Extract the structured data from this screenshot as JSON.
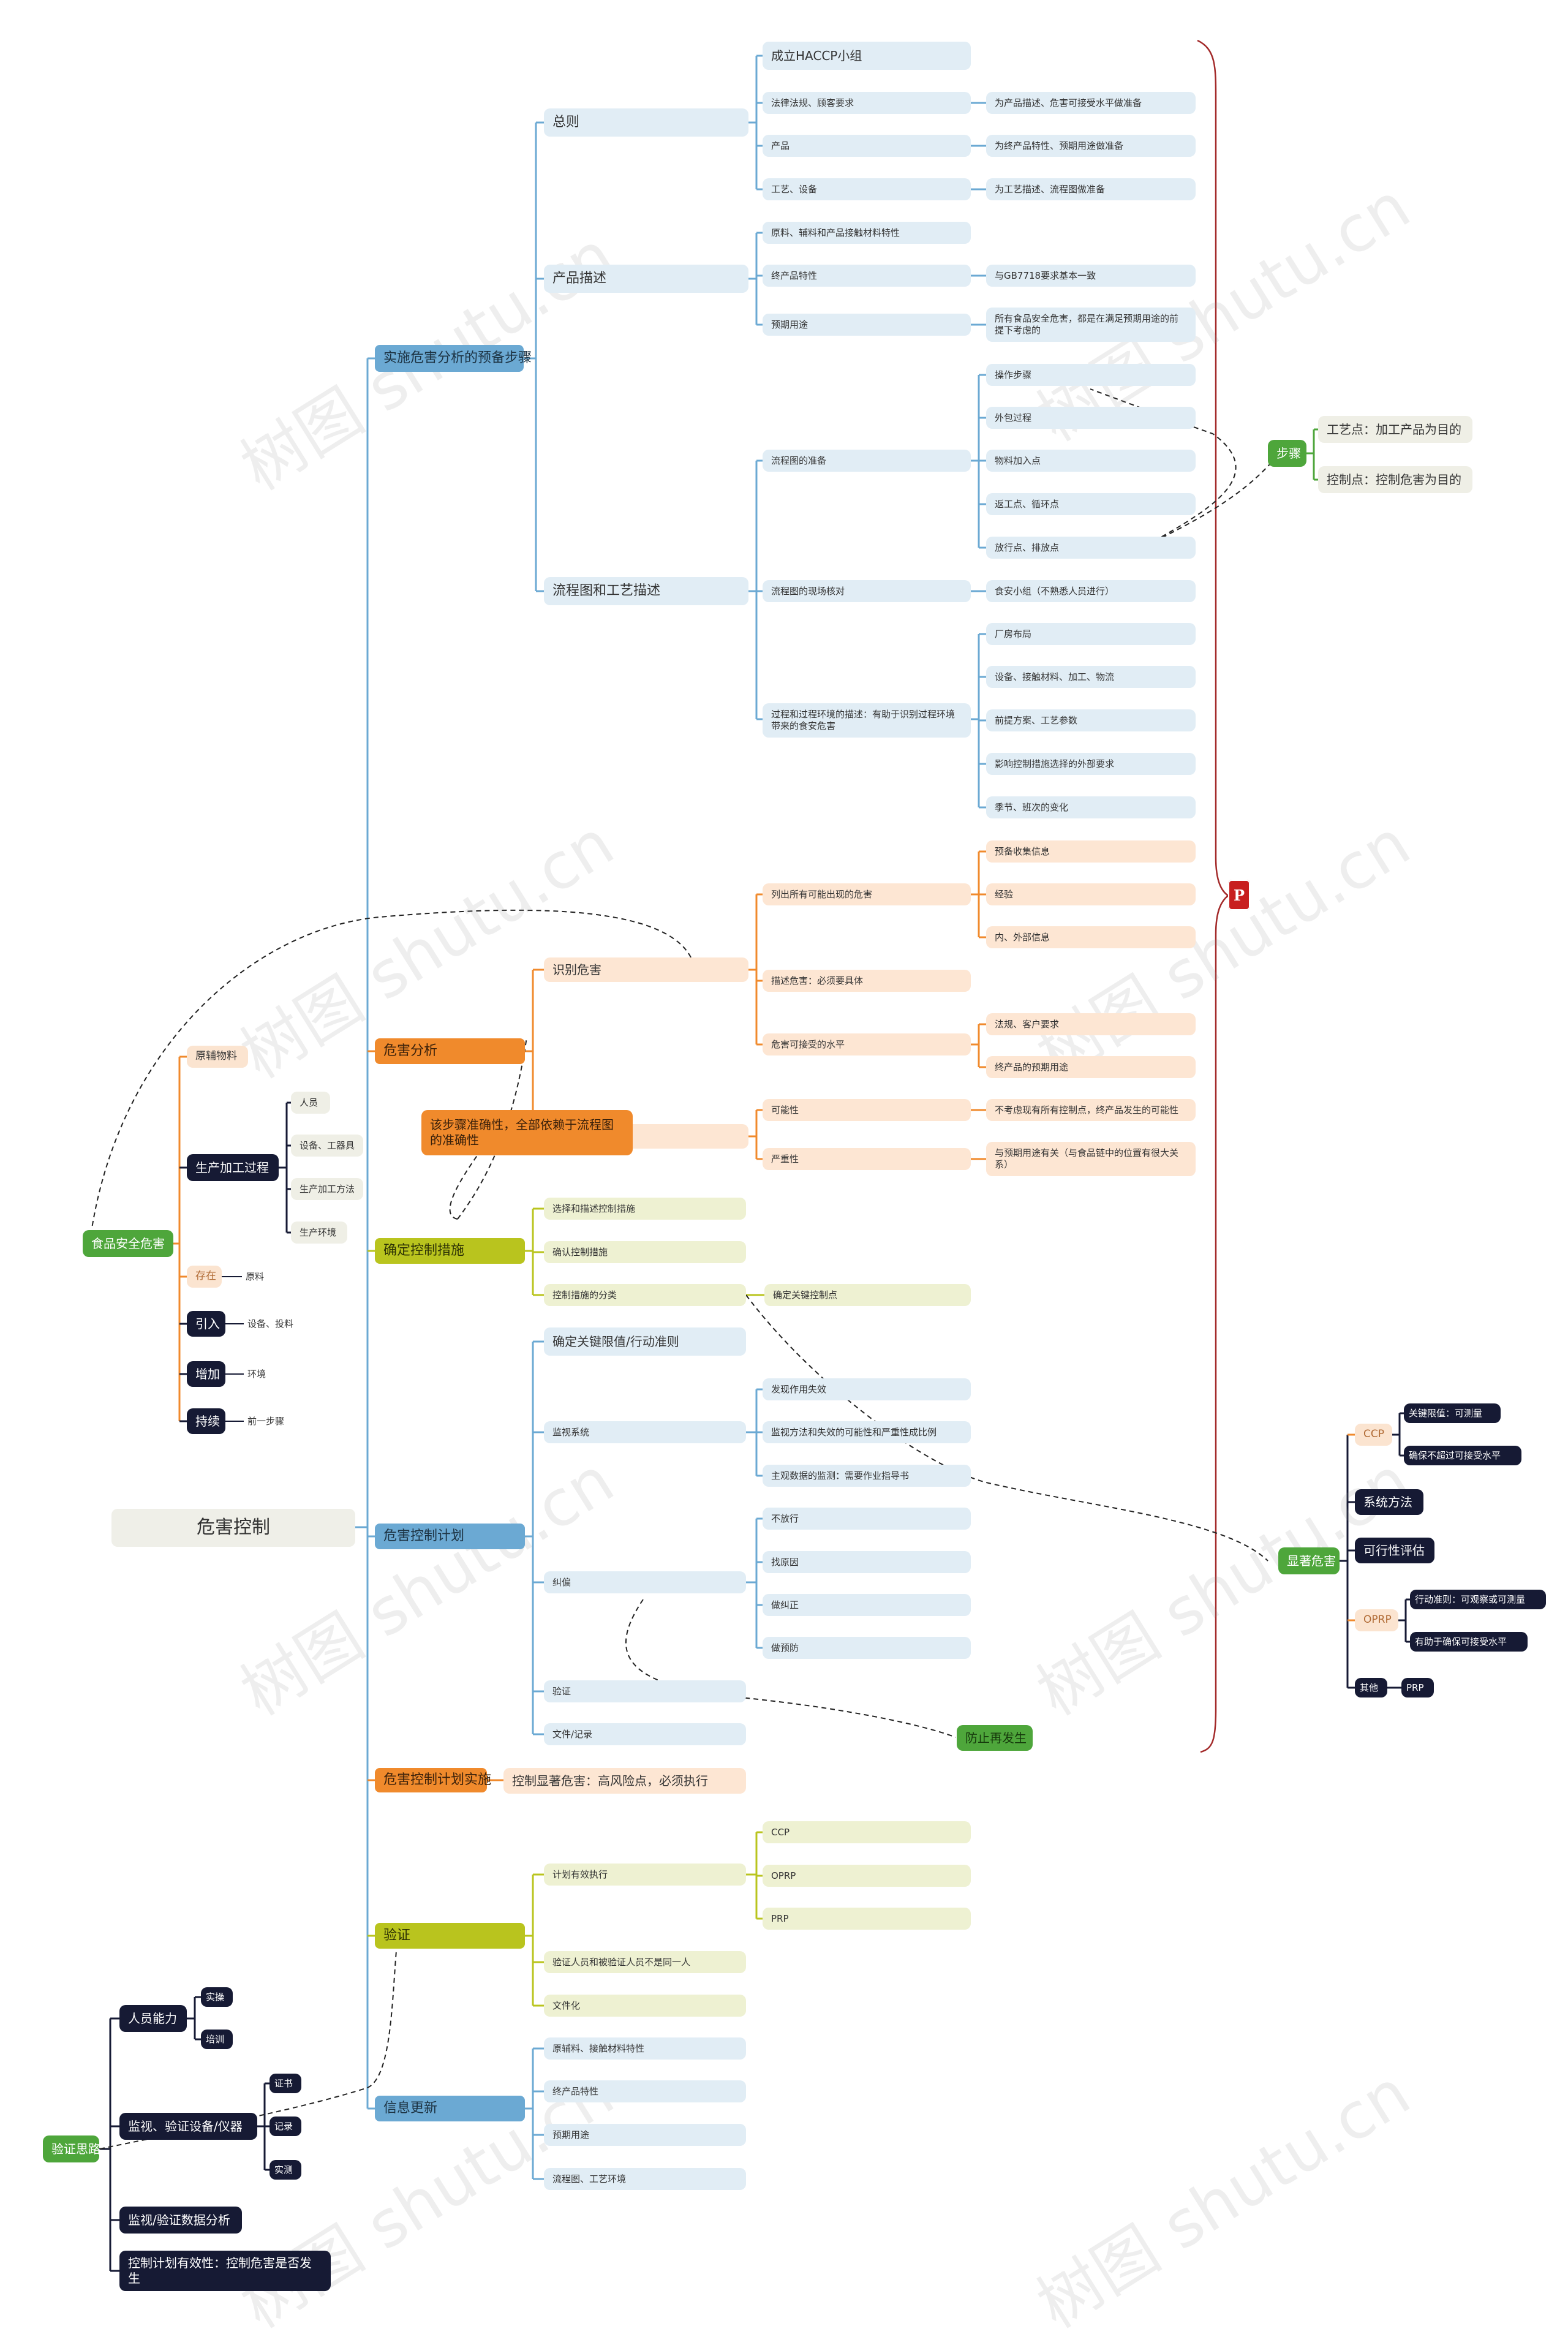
{
  "root": "危害控制",
  "main": {
    "prep": {
      "label": "实施危害分析的预备步骤",
      "general": {
        "label": "总则",
        "items": [
          "成立HACCP小组",
          "法律法规、顾客要求",
          "产品",
          "工艺、设备"
        ],
        "notes": [
          "为产品描述、危害可接受水平做准备",
          "为终产品特性、预期用途做准备",
          "为工艺描述、流程图做准备"
        ]
      },
      "product": {
        "label": "产品描述",
        "items": [
          "原料、辅料和产品接触材料特性",
          "终产品特性",
          "预期用途"
        ],
        "notes": [
          "与GB7718要求基本一致",
          "所有食品安全危害，都是在满足预期用途的前提下考虑的"
        ]
      },
      "flow": {
        "label": "流程图和工艺描述",
        "items": [
          "流程图的准备",
          "流程图的现场核对",
          "过程和过程环境的描述：有助于识别过程环境带来的食安危害"
        ],
        "prep_items": [
          "操作步骤",
          "外包过程",
          "物料加入点",
          "返工点、循环点",
          "放行点、排放点"
        ],
        "verify_note": "食安小组（不熟悉人员进行）",
        "env_items": [
          "厂房布局",
          "设备、接触材料、加工、物流",
          "前提方案、工艺参数",
          "影响控制措施选择的外部要求",
          "季节、班次的变化"
        ]
      }
    },
    "hazard": {
      "label": "危害分析",
      "identify": {
        "label": "识别危害",
        "items": [
          "列出所有可能出现的危害",
          "描述危害：必须要具体",
          "危害可接受的水平"
        ],
        "list_notes": [
          "预备收集信息",
          "经验",
          "内、外部信息"
        ],
        "level_notes": [
          "法规、客户要求",
          "终产品的预期用途"
        ]
      },
      "assess": {
        "items": [
          "可能性",
          "严重性"
        ],
        "notes": [
          "不考虑现有所有控制点，终产品发生的可能性",
          "与预期用途有关（与食品链中的位置有很大关系）"
        ]
      },
      "callout": "该步骤准确性，全部依赖于流程图的准确性"
    },
    "measures": {
      "label": "确定控制措施",
      "items": [
        "选择和描述控制措施",
        "确认控制措施",
        "控制措施的分类"
      ],
      "ccp": "确定关键控制点"
    },
    "plan": {
      "label": "危害控制计划",
      "items": [
        "确定关键限值/行动准则",
        "监视系统",
        "纠偏",
        "验证",
        "文件/记录"
      ],
      "monitor": [
        "发现作用失效",
        "监视方法和失效的可能性和严重性成比例",
        "主观数据的监测：需要作业指导书"
      ],
      "correct": [
        "不放行",
        "找原因",
        "做纠正",
        "做预防"
      ],
      "prevent": "防止再发生"
    },
    "impl": {
      "label": "危害控制计划实施",
      "note": "控制显著危害：高风险点，必须执行"
    },
    "verify": {
      "label": "验证",
      "items": [
        "计划有效执行",
        "验证人员和被验证人员不是同一人",
        "文件化"
      ],
      "sub": [
        "CCP",
        "OPRP",
        "PRP"
      ]
    },
    "update": {
      "label": "信息更新",
      "items": [
        "原辅料、接触材料特性",
        "终产品特性",
        "预期用途",
        "流程图、工艺环境"
      ]
    }
  },
  "left": {
    "food": {
      "label": "食品安全危害",
      "raw": "原辅物料",
      "process": {
        "label": "生产加工过程",
        "items": [
          "人员",
          "设备、工器具",
          "生产加工方法",
          "生产环境"
        ]
      },
      "exist": {
        "label": "存在",
        "note": "原料"
      },
      "intro": {
        "label": "引入",
        "note": "设备、投料"
      },
      "increase": {
        "label": "增加",
        "note": "环境"
      },
      "persist": {
        "label": "持续",
        "note": "前一步骤"
      }
    },
    "verifyIdea": {
      "label": "验证思路",
      "people": {
        "label": "人员能力",
        "items": [
          "实操",
          "培训"
        ]
      },
      "devices": {
        "label": "监视、验证设备/仪器",
        "items": [
          "证书",
          "记录",
          "实测"
        ]
      },
      "analysis": "监视/验证数据分析",
      "effect": "控制计划有效性：控制危害是否发生"
    }
  },
  "right": {
    "steps": {
      "label": "步骤",
      "items": [
        "工艺点：加工产品为目的",
        "控制点：控制危害为目的"
      ]
    },
    "sig": {
      "label": "显著危害",
      "ccp": {
        "label": "CCP",
        "items": [
          "关键限值：可测量",
          "确保不超过可接受水平"
        ]
      },
      "system": "系统方法",
      "feasible": "可行性评估",
      "oprp": {
        "label": "OPRP",
        "items": [
          "行动准则：可观察或可测量",
          "有助于确保可接受水平"
        ]
      },
      "other": {
        "label": "其他",
        "item": "PRP"
      }
    },
    "p": "P"
  },
  "watermark": "树图 shutu.cn",
  "colors": {
    "blue": "#6ba9d3",
    "orange": "#f08a2c",
    "yellow": "#b9c41e",
    "green": "#4ea63b",
    "dark": "#161a34",
    "bracket": "#a32a2a"
  }
}
